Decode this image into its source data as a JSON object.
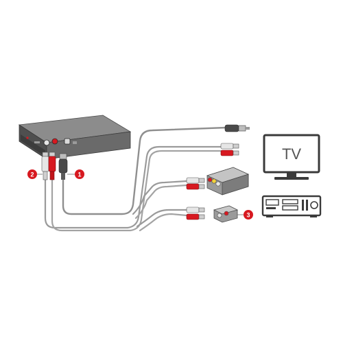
{
  "diagram": {
    "tv": {
      "label": "TV"
    },
    "callouts": [
      {
        "number": "1"
      },
      {
        "number": "2"
      },
      {
        "number": "3"
      }
    ],
    "colors": {
      "device_body": "#5f5f5f",
      "device_top": "#8a8a8a",
      "cable": "#9a9a9a",
      "rca_red": "#d71920",
      "rca_white": "#e0e0e0",
      "badge": "#d71920",
      "outline": "#3a3a3a"
    },
    "icons": [
      "av-receiver-box-icon",
      "tv-icon",
      "stereo-receiver-icon",
      "scart-adapter-icon",
      "rca-coupler-icon",
      "s-video-plug-icon",
      "rca-plug-icon"
    ]
  }
}
